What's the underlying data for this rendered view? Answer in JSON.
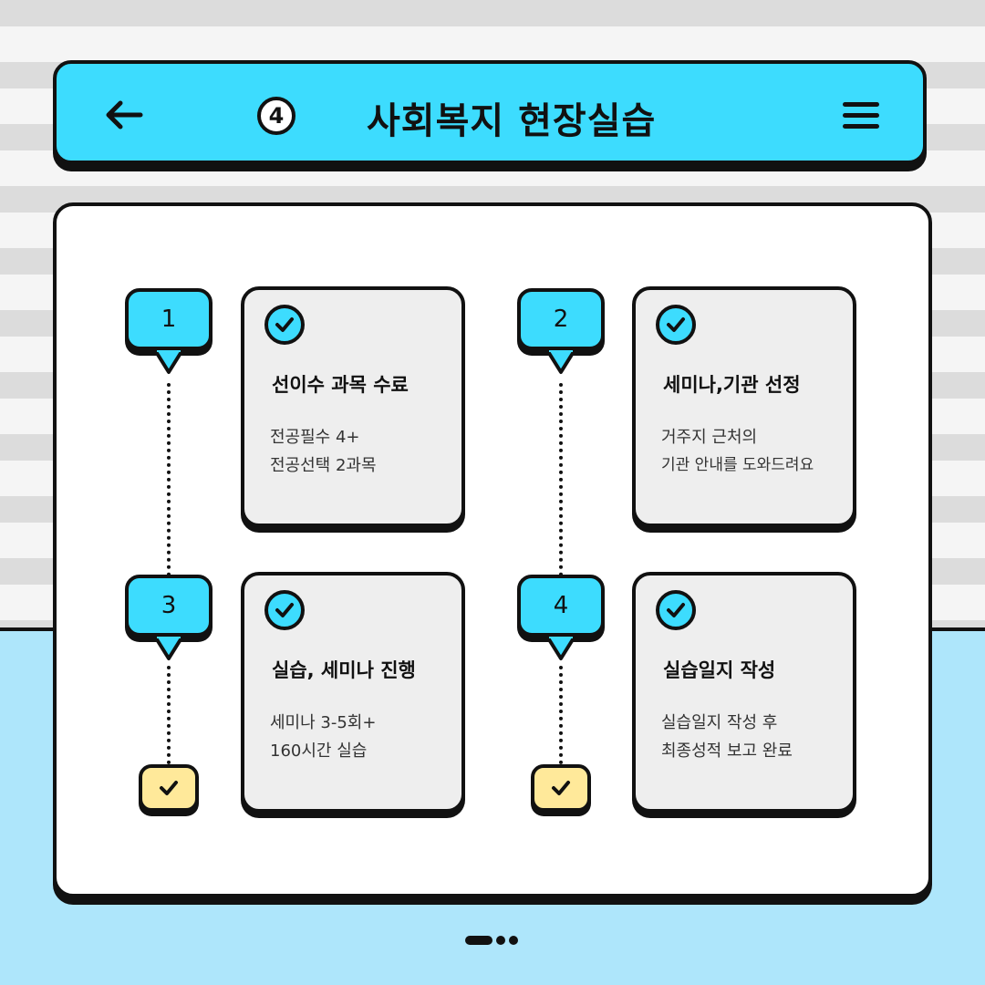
{
  "header": {
    "step_number": "4",
    "title": "사회복지 현장실습"
  },
  "steps": [
    {
      "number": "1",
      "title": "선이수 과목 수료",
      "desc_line1": "전공필수 4+",
      "desc_line2": "전공선택 2과목"
    },
    {
      "number": "2",
      "title": "세미나,기관 선정",
      "desc_line1": "거주지 근처의",
      "desc_line2": "기관 안내를 도와드려요"
    },
    {
      "number": "3",
      "title": "실습, 세미나 진행",
      "desc_line1": "세미나 3-5회+",
      "desc_line2": "160시간 실습"
    },
    {
      "number": "4",
      "title": "실습일지 작성",
      "desc_line1": "실습일지 작성 후",
      "desc_line2": "최종성적 보고 완료"
    }
  ],
  "colors": {
    "accent_cyan": "#3ddcfe",
    "card_gray": "#eeeeee",
    "check_yellow": "#ffe99a",
    "bottom_blue": "#aee6fb"
  },
  "icons": {
    "back": "arrow-left-icon",
    "menu": "hamburger-menu-icon",
    "check": "check-icon"
  },
  "pager": {
    "total_pages": 3,
    "current_page": 1
  }
}
